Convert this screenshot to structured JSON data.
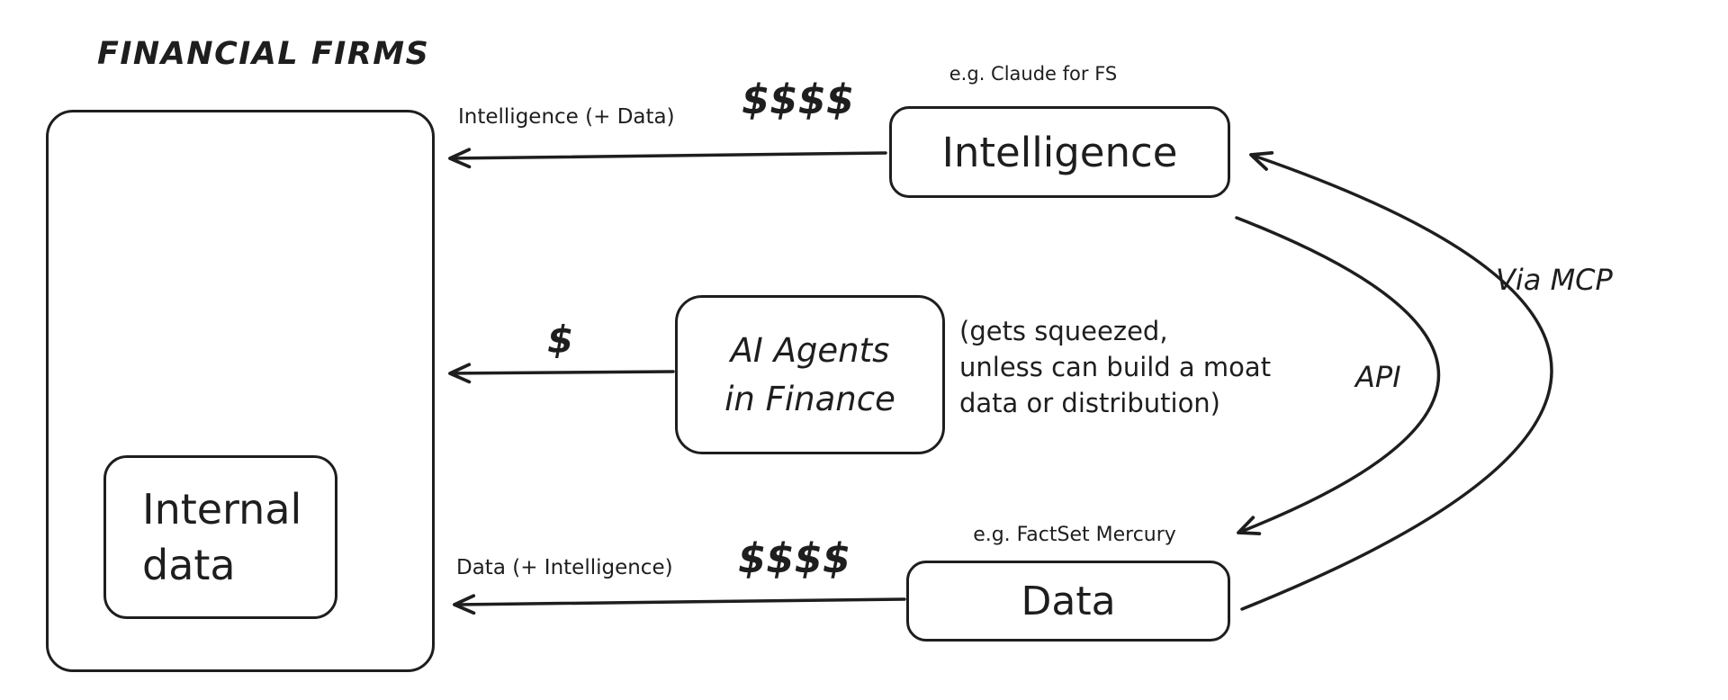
{
  "palette": {
    "background": "#ffffff",
    "ink": "#1e1e1e"
  },
  "title": "FINANCIAL FIRMS",
  "financial_firms": {
    "internal_data": {
      "line1": "Internal",
      "line2": "data"
    }
  },
  "intelligence": {
    "caption": "e.g. Claude for FS",
    "label": "Intelligence"
  },
  "ai_agents": {
    "line1": "AI Agents",
    "line2": "in Finance"
  },
  "data_vendor": {
    "caption": "e.g. FactSet Mercury",
    "label": "Data"
  },
  "flows": {
    "intelligence_to_firms": {
      "label": "Intelligence (+ Data)",
      "price": "$$$$"
    },
    "agents_to_firms": {
      "price": "$"
    },
    "data_to_firms": {
      "label": "Data (+ Intelligence)",
      "price": "$$$$"
    },
    "intelligence_to_data": {
      "label": "API"
    },
    "data_to_intelligence": {
      "label": "Via MCP"
    }
  },
  "note": {
    "line1": "(gets squeezed,",
    "line2": "unless can build a moat",
    "line3": "data or distribution)"
  }
}
